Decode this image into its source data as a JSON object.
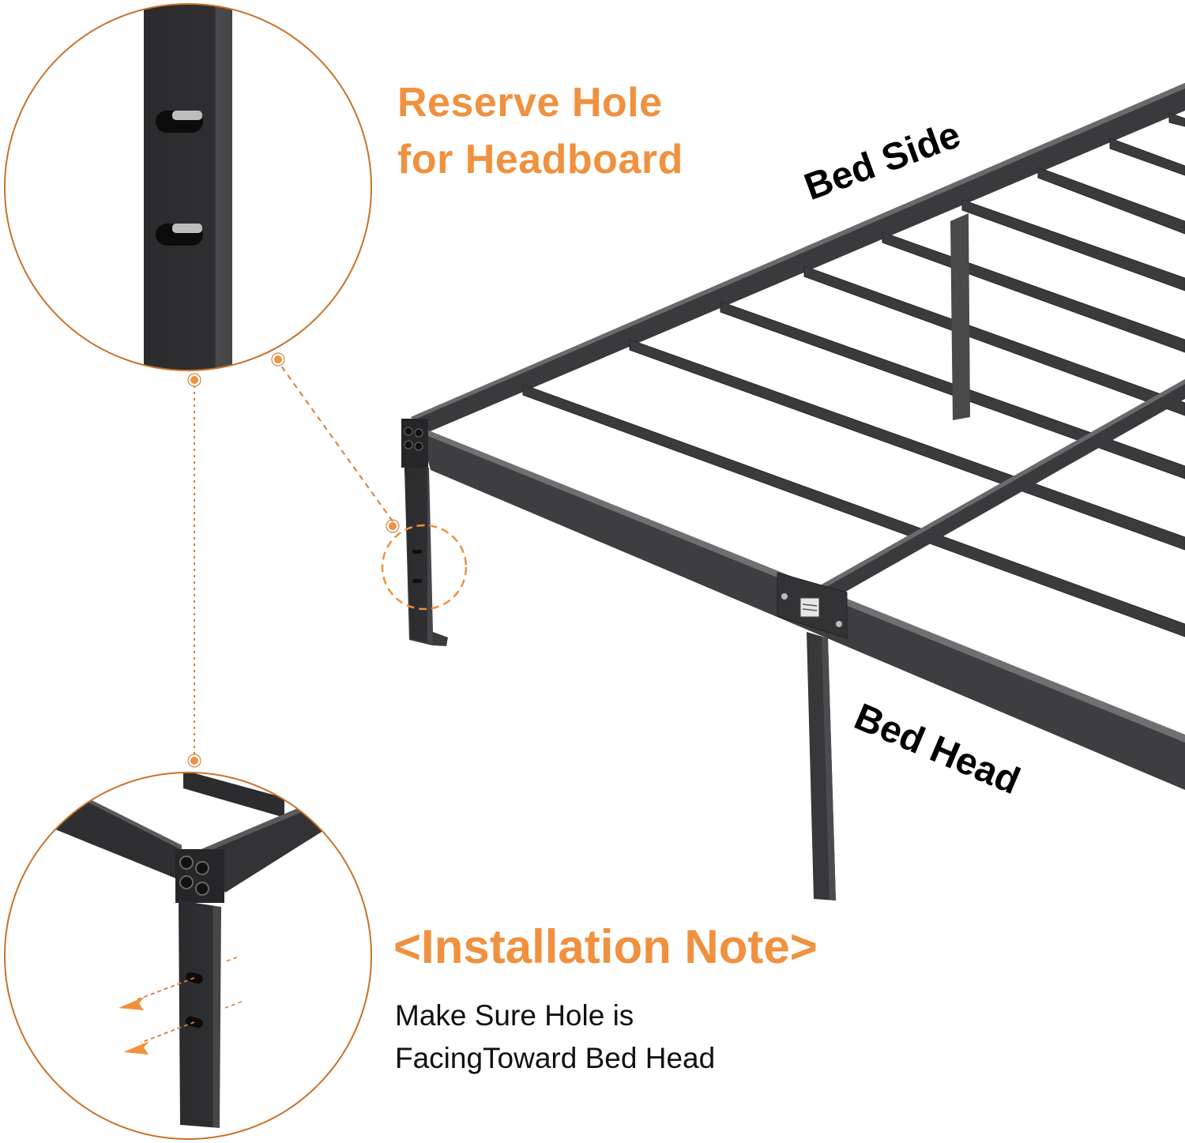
{
  "colors": {
    "accent": "#f0913f",
    "circle_stroke": "#c8722a",
    "metal_dark": "#2a2a2c",
    "metal_mid": "#3c3c3e",
    "metal_light": "#58585a",
    "text_black": "#111111",
    "background": "#ffffff"
  },
  "callout_top": {
    "title_line1": "Reserve Hole",
    "title_line2": "for Headboard"
  },
  "labels": {
    "bed_side": "Bed Side",
    "bed_head": "Bed Head"
  },
  "installation_note": {
    "title": "<Installation Note>",
    "body_line1": "Make Sure Hole is",
    "body_line2": "FacingToward Bed Head"
  },
  "icons": {
    "top_zoom": "magnified-leg-with-holes",
    "bottom_zoom": "magnified-corner-with-arrows",
    "highlight": "dashed-circle-highlight"
  }
}
